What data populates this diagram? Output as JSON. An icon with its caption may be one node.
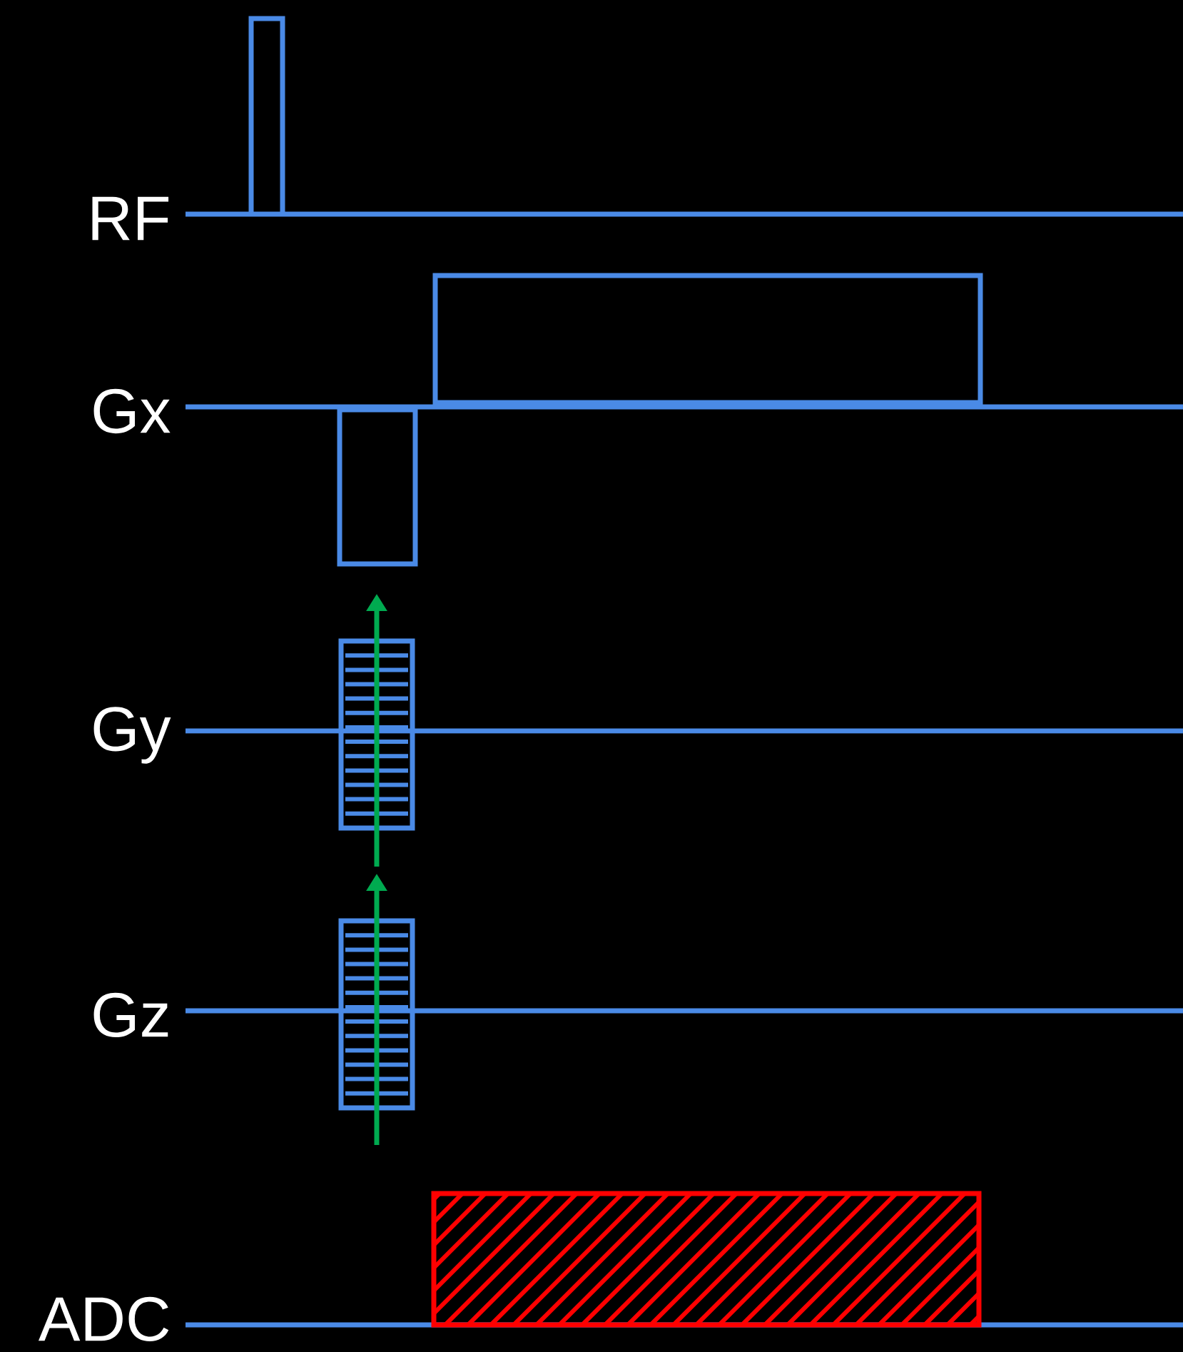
{
  "diagram": {
    "labels": [
      "RF",
      "Gx",
      "Gy",
      "Gz",
      "ADC"
    ]
  }
}
